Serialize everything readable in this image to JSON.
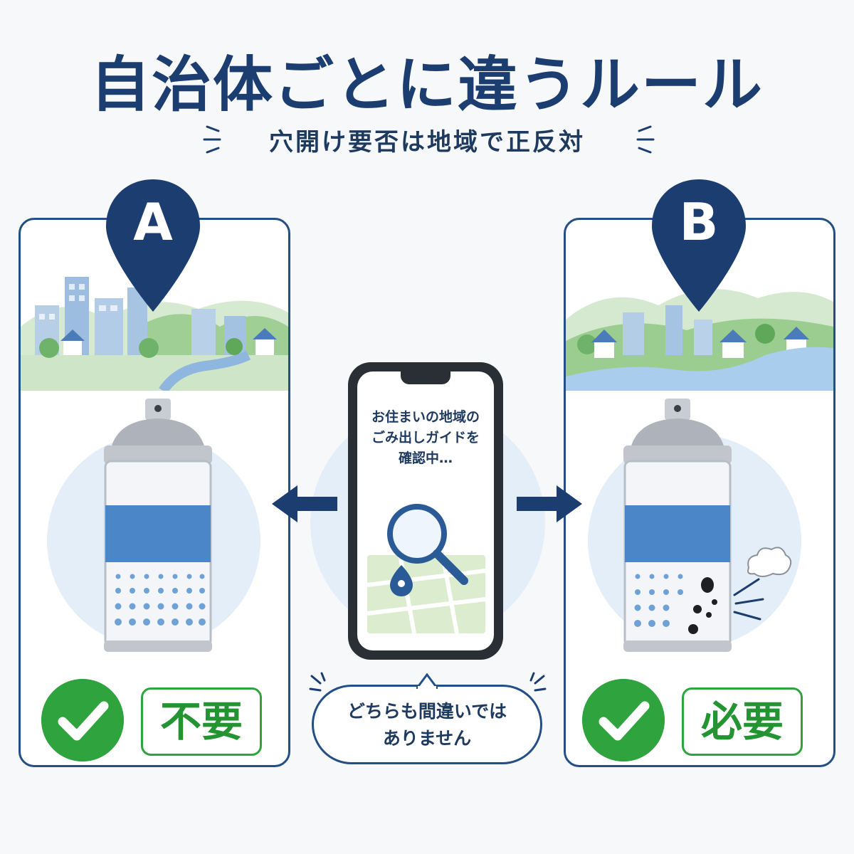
{
  "title": "自治体ごとに違うルール",
  "subtitle": "穴開け要否は地域で正反対",
  "regions": [
    {
      "label": "A",
      "verdict": "不要"
    },
    {
      "label": "B",
      "verdict": "必要"
    }
  ],
  "phone": {
    "lines": [
      "お住まいの地域の",
      "ごみ出しガイドを",
      "確認中…"
    ]
  },
  "bubble": {
    "lines": [
      "どちらも間違いでは",
      "ありません"
    ]
  },
  "colors": {
    "navy": "#1c3d70",
    "check_green": "#2fa33d",
    "can_band": "#4a86c8",
    "panel_bg": "#ffffff"
  }
}
